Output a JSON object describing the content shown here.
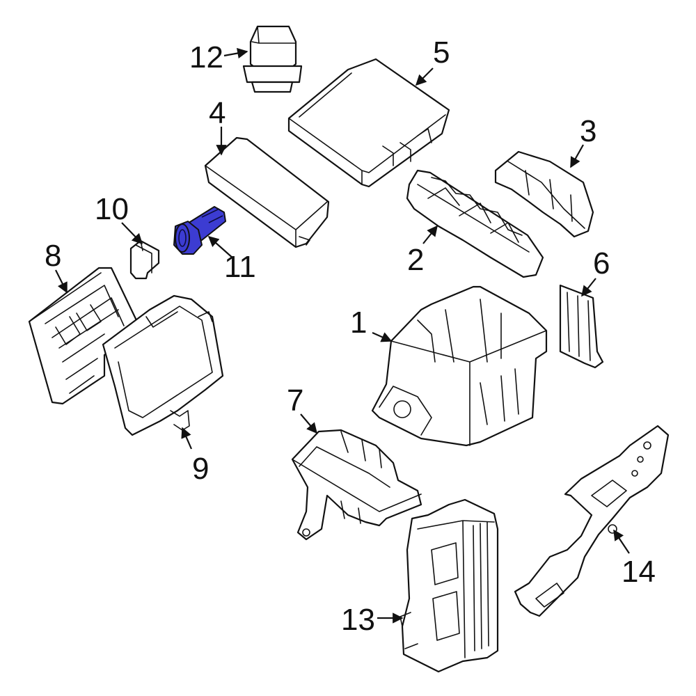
{
  "callouts": [
    {
      "id": "1",
      "text": "1"
    },
    {
      "id": "2",
      "text": "2"
    },
    {
      "id": "3",
      "text": "3"
    },
    {
      "id": "4",
      "text": "4"
    },
    {
      "id": "5",
      "text": "5"
    },
    {
      "id": "6",
      "text": "6"
    },
    {
      "id": "7",
      "text": "7"
    },
    {
      "id": "8",
      "text": "8"
    },
    {
      "id": "9",
      "text": "9"
    },
    {
      "id": "10",
      "text": "10"
    },
    {
      "id": "11",
      "text": "11"
    },
    {
      "id": "12",
      "text": "12"
    },
    {
      "id": "13",
      "text": "13"
    },
    {
      "id": "14",
      "text": "14"
    }
  ],
  "colors": {
    "line": "#111111",
    "highlight": "#3c3cd2",
    "background": "#ffffff"
  },
  "highlighted_part": "11"
}
